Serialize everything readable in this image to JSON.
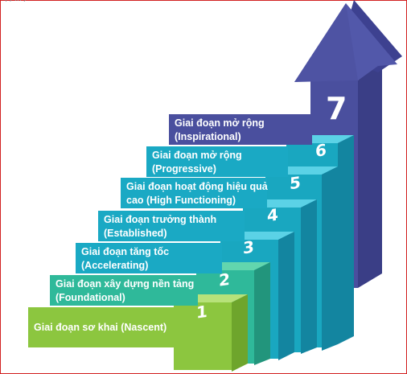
{
  "corner_text": "( ; … )",
  "stages": [
    {
      "number": "1",
      "lines": [
        "Giai đoạn sơ khai (Nascent)"
      ]
    },
    {
      "number": "2",
      "lines": [
        "Giai đoạn xây dựng nền tảng",
        "(Foundational)"
      ]
    },
    {
      "number": "3",
      "lines": [
        "Giai đoạn tăng tốc",
        "(Accelerating)"
      ]
    },
    {
      "number": "4",
      "lines": [
        "Giai đoạn trưởng thành",
        "(Established)"
      ]
    },
    {
      "number": "5",
      "lines": [
        "Giai đoạn hoạt động hiệu quả",
        "cao (High Functioning)"
      ]
    },
    {
      "number": "6",
      "lines": [
        "Giai đoạn mở rộng",
        "(Progressive)"
      ]
    },
    {
      "number": "7",
      "lines": [
        "Giai đoạn mở rộng",
        "(Inspirational)"
      ]
    }
  ],
  "colors": {
    "stage1": "#8cc63f",
    "stage2": "#2fb99a",
    "stage3": "#1aa9c4",
    "stage4": "#1aa9c4",
    "stage5": "#1aa9c4",
    "stage6": "#1aa9c4",
    "stage7": "#4a4f9e",
    "border": "#d22222"
  }
}
